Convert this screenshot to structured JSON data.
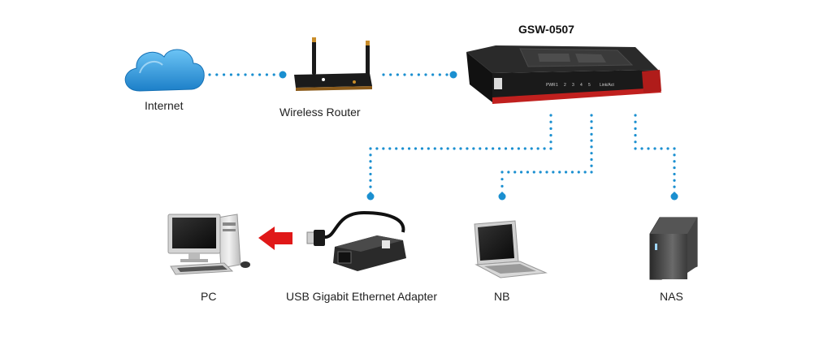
{
  "title": "GSW-0507",
  "labels": {
    "internet": "Internet",
    "router": "Wireless Router",
    "pc": "PC",
    "adapter": "USB Gigabit Ethernet Adapter",
    "nb": "NB",
    "nas": "NAS"
  },
  "switch_ports": [
    "PWR",
    "1",
    "2",
    "3",
    "4",
    "5",
    "Link/Act"
  ],
  "colors": {
    "connector": "#1a8fd0",
    "cloud": "#2b95d9",
    "arrow": "#e01818",
    "switch_body": "#1e1e1e",
    "switch_stripe": "#c0201e"
  },
  "icons": [
    "cloud-icon",
    "wireless-router-icon",
    "switch-icon",
    "desktop-pc-icon",
    "usb-ethernet-adapter-icon",
    "laptop-icon",
    "nas-icon",
    "red-arrow-icon"
  ]
}
